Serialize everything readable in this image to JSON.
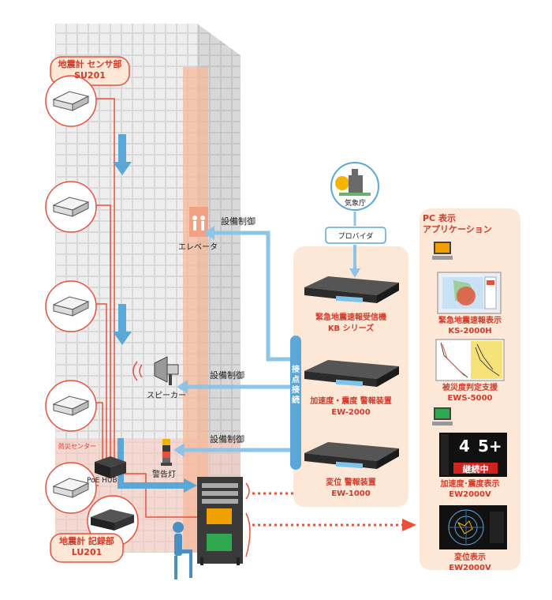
{
  "sensor_label": {
    "line1": "地震計 センサ部",
    "line2": "SU201"
  },
  "recorder_label": {
    "line1": "地震計 記録部",
    "line2": "LU201"
  },
  "disaster_center": "防災センター",
  "poe_hub": "PoE HUB",
  "elevator": "エレベータ",
  "speaker": "スピーカー",
  "warning_light": "警告灯",
  "control_label": "設備制御",
  "contact_label": [
    "接",
    "点",
    "接",
    "続"
  ],
  "jma": "気象庁",
  "provider": "プロバイダ",
  "devices": [
    {
      "name": "緊急地震速報受信機",
      "model": "KB シリーズ"
    },
    {
      "name": "加速度・震度 警報装置",
      "model": "EW-2000"
    },
    {
      "name": "変位 警報装置",
      "model": "EW-1000"
    }
  ],
  "pc_panel": {
    "title_line1": "PC 表示",
    "title_line2": "アプリケーション",
    "apps": [
      {
        "name": "緊急地震速報表示",
        "model": "KS-2000H"
      },
      {
        "name": "被災度判定支援",
        "model": "EWS-5000"
      },
      {
        "name": "加速度･震度表示",
        "model": "EW2000V"
      },
      {
        "name": "変位表示",
        "model": "EW2000V"
      }
    ],
    "screen_values": [
      "4",
      "5+"
    ],
    "screen_banner": "継続中"
  },
  "colors": {
    "accent": "#e8503a",
    "panel": "#fde7d6",
    "building": "#dcdcdc",
    "arrow": "#5aa7d8"
  }
}
